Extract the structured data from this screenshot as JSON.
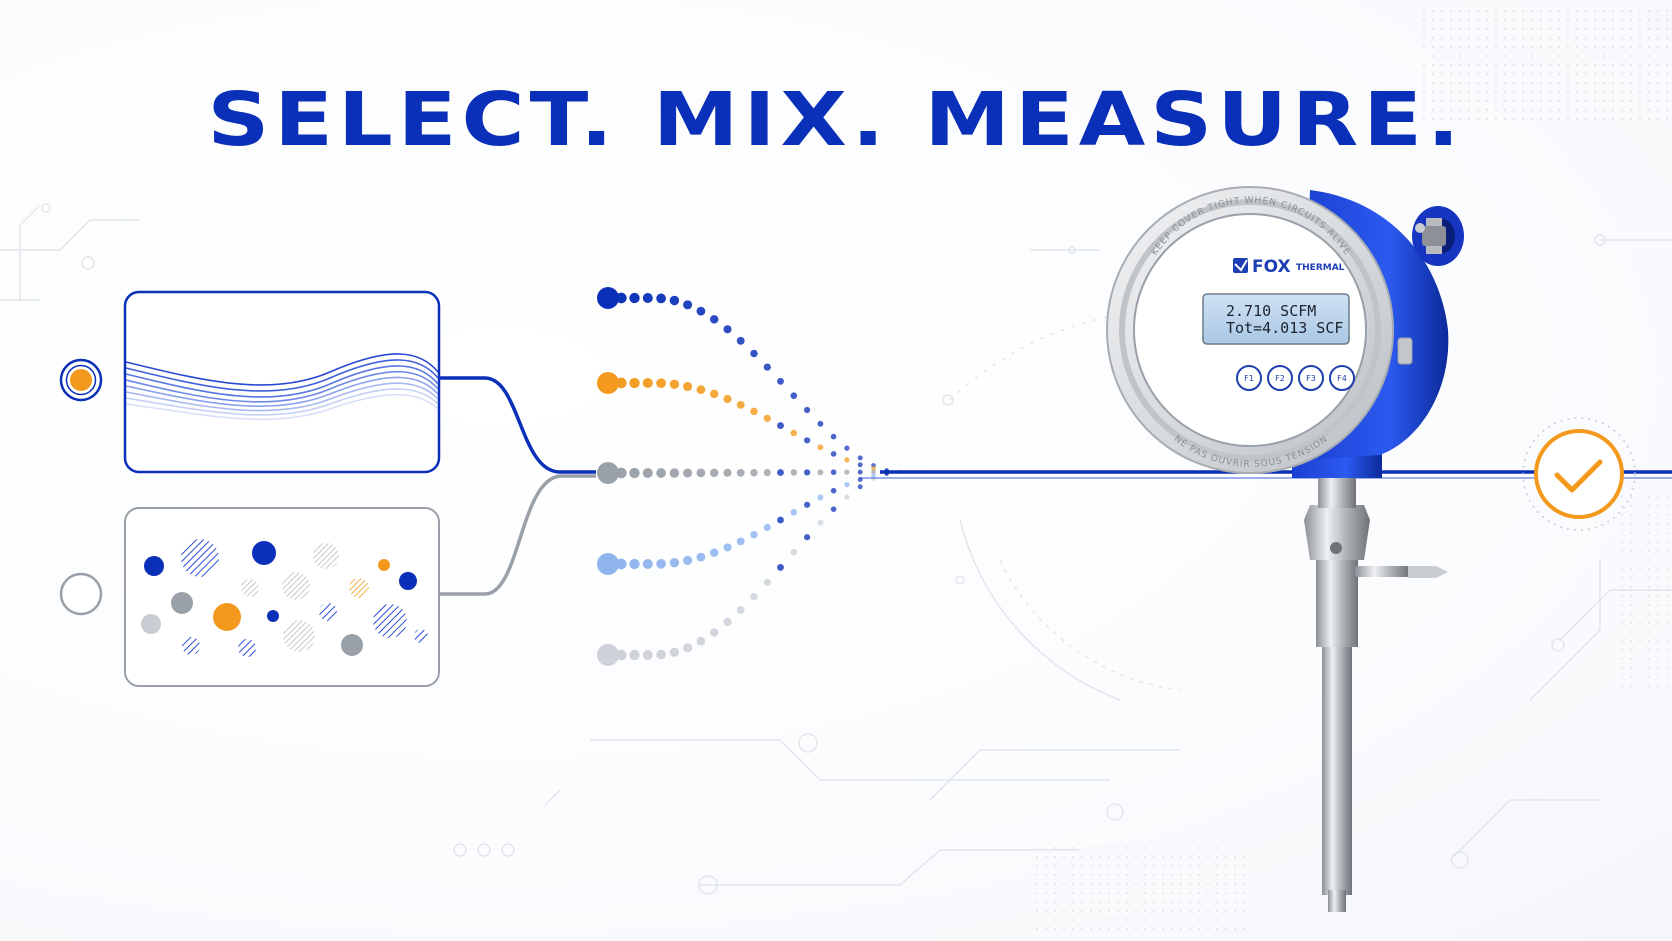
{
  "headline": "SELECT. MIX. MEASURE.",
  "colors": {
    "blue": "#0a2fb8",
    "orange": "#f39a1e",
    "gray": "#9aa0a8",
    "light_blue": "#8fb4ee"
  },
  "selector": {
    "options": [
      {
        "name": "single-gas",
        "selected": true
      },
      {
        "name": "gas-mix",
        "selected": false
      }
    ]
  },
  "device": {
    "brand": "FOX",
    "brand_suffix": "THERMAL",
    "display_line1": "2.710 SCFM",
    "display_line2": "Tot=4.013 SCF",
    "buttons": [
      "F1",
      "F2",
      "F3",
      "F4"
    ],
    "cover_warning_top": "KEEP COVER TIGHT WHEN CIRCUITS ALIVE",
    "cover_warning_bottom": "NE PAS OUVRIR SOUS TENSION"
  },
  "status": {
    "icon": "check-icon"
  }
}
